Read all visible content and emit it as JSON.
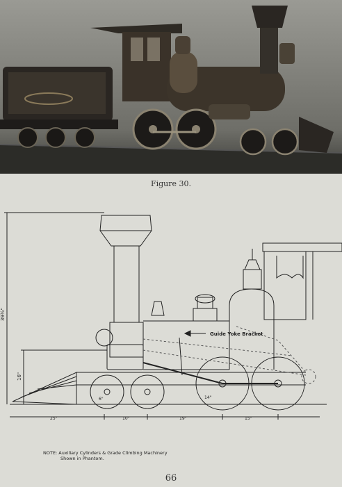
{
  "figure_caption": "Figure 30.",
  "drawing": {
    "callout": "Guide Yoke Bracket",
    "dimensions": {
      "overall_height": "39½\"",
      "cylinder_height": "16\"",
      "front_overhang": "25\"",
      "truck_spacing": "10\"",
      "mid_span": "19\"",
      "driver_spacing": "15\"",
      "wheel_label": "6\"",
      "driver_label": "14\""
    }
  },
  "note": {
    "line1": "NOTE: Auxiliary Cylinders & Grade Climbing Machinery",
    "line2": "Shown in Phantom."
  },
  "page_number": "66"
}
